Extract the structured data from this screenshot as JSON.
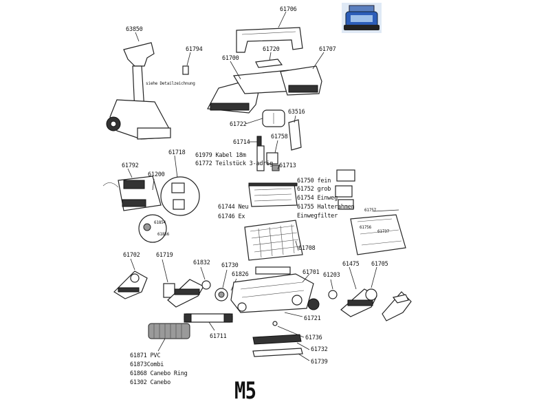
{
  "diagram": {
    "model": "M5",
    "labels": {
      "p61706": "61706",
      "p63850": "63850",
      "p61794": "61794",
      "p61720": "61720",
      "p61707": "61707",
      "p61700": "61700",
      "detail_note": "siehe Detailzeichnung",
      "p63516": "63516",
      "p61722": "61722",
      "p61758": "61758",
      "p61714": "61714",
      "p61718": "61718",
      "cable_1": "61979 Kabel 18m",
      "cable_2": "61772 Teilstück 3-adrig",
      "p61713": "61713",
      "p61792": "61792",
      "p61200": "61200",
      "filter_1": "61750 fein",
      "filter_2": "61752 grob",
      "filter_3": "61754 Einweg",
      "filter_4": "61755 Halterahmen",
      "filter_5": "Einwegfilter",
      "p61744": "61744 Neu",
      "p61746": "61746 Ex",
      "p61757": "61757",
      "p61756": "61756",
      "p61737": "61737",
      "p61854": "61854",
      "p61856": "61856",
      "p61708": "61708",
      "p61702": "61702",
      "p61719": "61719",
      "p61832": "61832",
      "p61730": "61730",
      "p61826": "61826",
      "p61701": "61701",
      "p61203": "61203",
      "p61475": "61475",
      "p61705": "61705",
      "p61721": "61721",
      "p61711": "61711",
      "p61736": "61736",
      "p61732": "61732",
      "p61739": "61739",
      "brush_1": "61871 PVC",
      "brush_2": "61873Combi",
      "brush_3": "61868 Canebo Ring",
      "brush_4": "61302 Canebo"
    }
  }
}
